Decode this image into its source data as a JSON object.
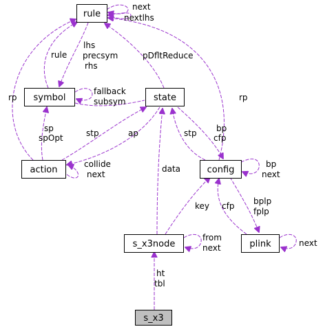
{
  "nodes": {
    "rule": "rule",
    "symbol": "symbol",
    "state": "state",
    "action": "action",
    "config": "config",
    "s_x3node": "s_x3node",
    "plink": "plink",
    "s_x3": "s_x3"
  },
  "edge_labels": {
    "rule_next": "next",
    "rule_nextlhs": "nextlhs",
    "symbol_rule": "rule",
    "rule_lhs": "lhs",
    "rule_precsym": "precsym",
    "rule_rhs": "rhs",
    "pdfltreduce": "pDfltReduce",
    "action_rp": "rp",
    "config_rp": "rp",
    "symbol_fallback": "fallback",
    "symbol_subsym": "subsym",
    "action_sp": "sp",
    "action_spopt": "spOpt",
    "action_stp": "stp",
    "action_ap": "ap",
    "config_stp": "stp",
    "config_bp_top": "bp",
    "config_cfp_top": "cfp",
    "action_collide": "collide",
    "action_next": "next",
    "data": "data",
    "config_bp": "bp",
    "config_next": "next",
    "key": "key",
    "plink_cfp": "cfp",
    "bplp": "bplp",
    "fplp": "fplp",
    "x3node_from": "from",
    "x3node_next": "next",
    "plink_next": "next",
    "ht": "ht",
    "tbl": "tbl"
  },
  "colors": {
    "edge": "#9a32cd",
    "node_border": "#000000",
    "highlight_fill": "#bfbfbf"
  }
}
